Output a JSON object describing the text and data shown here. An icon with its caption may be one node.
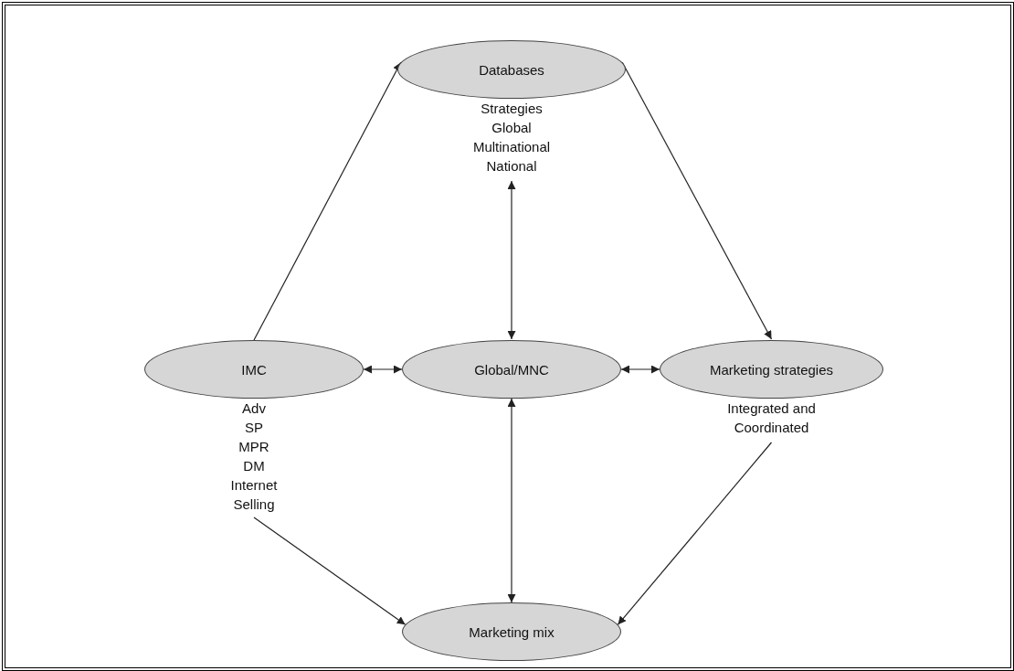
{
  "diagram": {
    "nodes": [
      {
        "text": [
          "Databases"
        ],
        "beside": [
          "Strategies",
          "Global",
          "Multinational",
          "National"
        ]
      },
      {
        "text": [
          "IMC"
        ],
        "beside": [
          "Adv",
          "SP",
          "MPR",
          "DM",
          "Internet",
          "Selling"
        ]
      },
      {
        "text": [
          "Global/MNC"
        ]
      },
      {
        "text": [
          "Marketing strategies"
        ],
        "beside": [
          "Integrated and Coordinated"
        ]
      },
      {
        "text": [
          "Marketing mix"
        ]
      }
    ],
    "edges": [
      {
        "from": 1,
        "to": 0,
        "arrow": "to"
      },
      {
        "from": 0,
        "to": 3,
        "arrow": "to"
      },
      {
        "from": 0,
        "to": 2,
        "arrow": "both"
      },
      {
        "from": 1,
        "to": 2,
        "arrow": "both"
      },
      {
        "from": 2,
        "to": 3,
        "arrow": "both"
      },
      {
        "from": 2,
        "to": 4,
        "arrow": "both"
      },
      {
        "from": 1,
        "to": 4,
        "arrow": "to"
      },
      {
        "from": 3,
        "to": 4,
        "arrow": "to"
      }
    ]
  }
}
